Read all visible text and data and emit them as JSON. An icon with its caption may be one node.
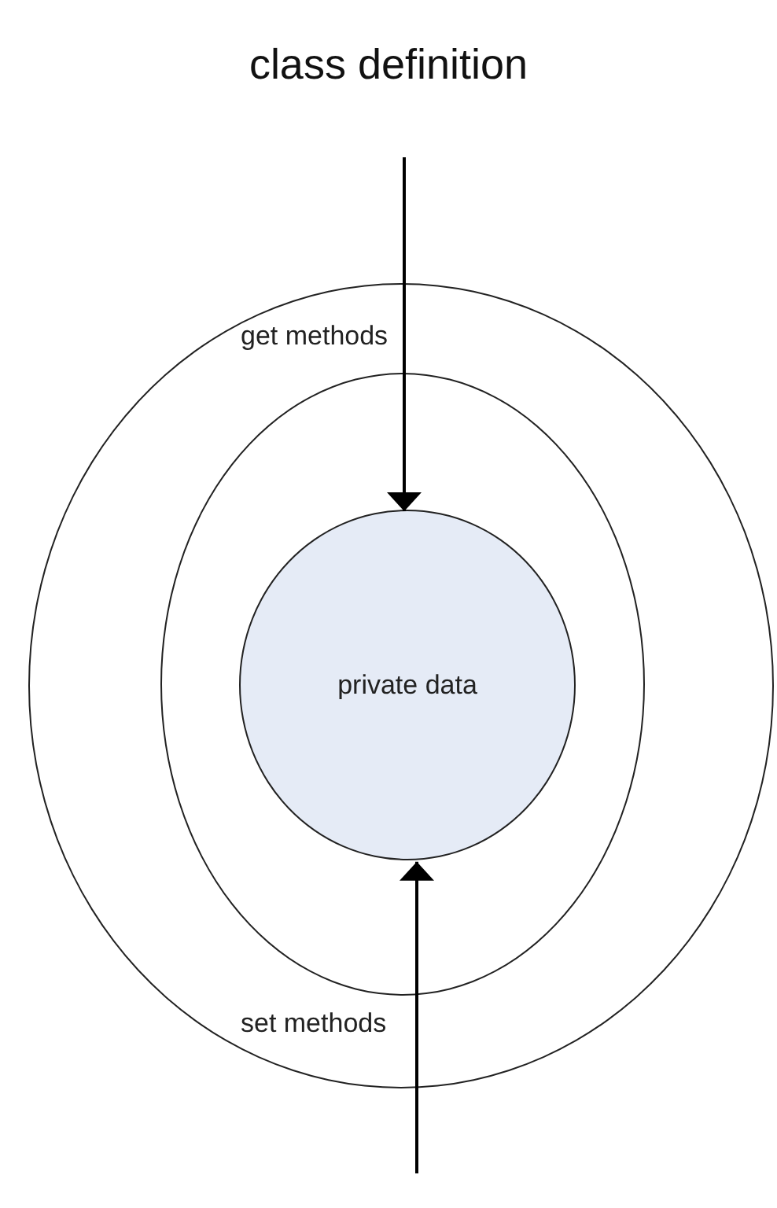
{
  "diagram": {
    "title": "class definition",
    "nodes": [
      {
        "text": [
          "get methods",
          "set methods"
        ]
      },
      {
        "text": [],
        "shape": "circle",
        "in": 0
      },
      {
        "text": [
          "private data"
        ],
        "in": 1
      }
    ],
    "edges": [
      {
        "from": null,
        "to": 2,
        "arrow": "to"
      },
      {
        "from": null,
        "to": 2,
        "arrow": "to"
      }
    ]
  }
}
